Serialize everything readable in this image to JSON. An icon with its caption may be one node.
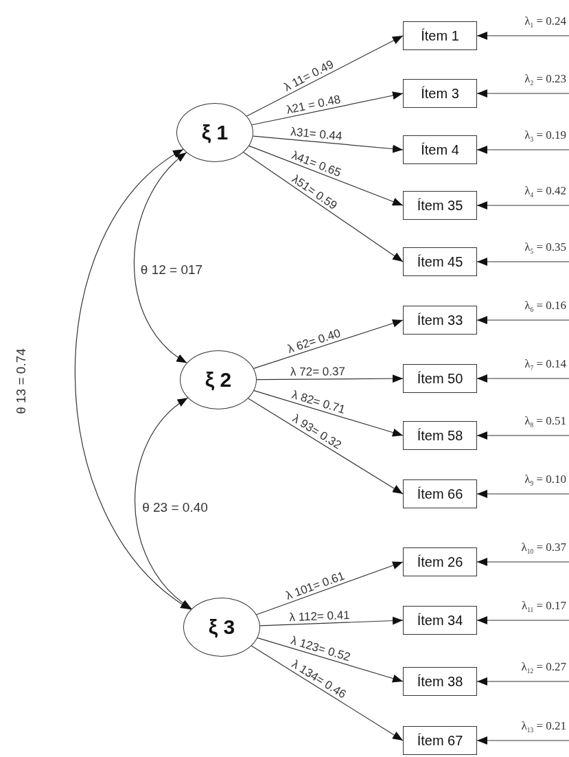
{
  "diagram": {
    "nodes": [
      {
        "text": [
          "ξ 1"
        ]
      },
      {
        "text": [
          "ξ 2"
        ]
      },
      {
        "text": [
          "ξ 3"
        ]
      },
      {
        "text": [
          "Ítem 1"
        ]
      },
      {
        "text": [
          "Ítem 3"
        ]
      },
      {
        "text": [
          "Ítem 4"
        ]
      },
      {
        "text": [
          "Ítem 35"
        ]
      },
      {
        "text": [
          "Ítem 45"
        ]
      },
      {
        "text": [
          "Ítem 33"
        ]
      },
      {
        "text": [
          "Ítem 50"
        ]
      },
      {
        "text": [
          "Ítem 58"
        ]
      },
      {
        "text": [
          "Ítem 66"
        ]
      },
      {
        "text": [
          "Ítem 26"
        ]
      },
      {
        "text": [
          "Ítem 34"
        ]
      },
      {
        "text": [
          "Ítem 38"
        ]
      },
      {
        "text": [
          "Ítem 67"
        ]
      }
    ],
    "edges": [
      {
        "from": 0,
        "to": 3,
        "arrow": "to",
        "label": "λ 11= 0.49"
      },
      {
        "from": 0,
        "to": 4,
        "arrow": "to",
        "label": "λ21 = 0.48"
      },
      {
        "from": 0,
        "to": 5,
        "arrow": "to",
        "label": "λ31= 0.44"
      },
      {
        "from": 0,
        "to": 6,
        "arrow": "to",
        "label": "λ41= 0.65"
      },
      {
        "from": 0,
        "to": 7,
        "arrow": "to",
        "label": "λ51= 0.59"
      },
      {
        "from": 1,
        "to": 8,
        "arrow": "to",
        "label": "λ 62= 0.40"
      },
      {
        "from": 1,
        "to": 9,
        "arrow": "to",
        "label": "λ 72= 0.37"
      },
      {
        "from": 1,
        "to": 10,
        "arrow": "to",
        "label": "λ 82= 0.71"
      },
      {
        "from": 1,
        "to": 11,
        "arrow": "to",
        "label": "λ 93= 0.32"
      },
      {
        "from": 2,
        "to": 12,
        "arrow": "to",
        "label": "λ 101= 0.61"
      },
      {
        "from": 2,
        "to": 13,
        "arrow": "to",
        "label": "λ 112= 0.41"
      },
      {
        "from": 2,
        "to": 14,
        "arrow": "to",
        "label": "λ 123= 0.52"
      },
      {
        "from": 2,
        "to": 15,
        "arrow": "to",
        "label": "λ 134= 0.46"
      },
      {
        "from": null,
        "to": 3,
        "arrow": "to",
        "label": "λ$_{1}$ = 0.24"
      },
      {
        "from": null,
        "to": 4,
        "arrow": "to",
        "label": "λ$_{2}$ = 0.23"
      },
      {
        "from": null,
        "to": 5,
        "arrow": "to",
        "label": "λ$_{3}$ = 0.19"
      },
      {
        "from": null,
        "to": 6,
        "arrow": "to",
        "label": "λ$_{4}$ = 0.42"
      },
      {
        "from": null,
        "to": 7,
        "arrow": "to",
        "label": "λ$_{5}$ = 0.35"
      },
      {
        "from": null,
        "to": 8,
        "arrow": "to",
        "label": "λ$_{6}$ = 0.16"
      },
      {
        "from": null,
        "to": 9,
        "arrow": "to",
        "label": "λ$_{7}$ = 0.14"
      },
      {
        "from": null,
        "to": 10,
        "arrow": "to",
        "label": "λ$_{8}$ = 0.51"
      },
      {
        "from": null,
        "to": 11,
        "arrow": "to",
        "label": "λ$_{9}$ = 0.10"
      },
      {
        "from": null,
        "to": 12,
        "arrow": "to",
        "label": "λ$_{10}$ = 0.37"
      },
      {
        "from": null,
        "to": 13,
        "arrow": "to",
        "label": "λ$_{11}$ = 0.17"
      },
      {
        "from": null,
        "to": 14,
        "arrow": "to",
        "label": "λ$_{12}$ = 0.27"
      },
      {
        "from": null,
        "to": 15,
        "arrow": "to",
        "label": "λ$_{13}$ = 0.21"
      },
      {
        "from": 0,
        "to": 1,
        "arrow": "both",
        "label": "θ 12 = 017"
      },
      {
        "from": 0,
        "to": 2,
        "arrow": "both",
        "label": "θ 13 = 0.74"
      },
      {
        "from": 1,
        "to": 2,
        "arrow": "both",
        "label": "θ 23 = 0.40"
      }
    ]
  }
}
